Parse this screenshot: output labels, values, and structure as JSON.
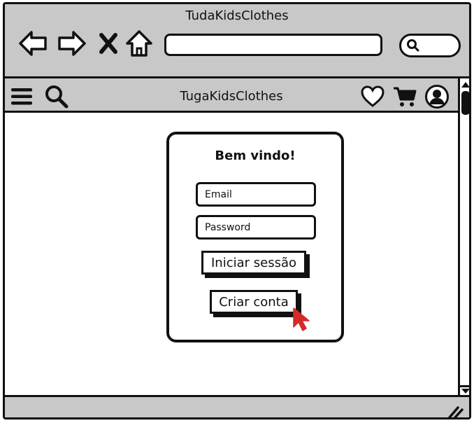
{
  "browser": {
    "title": "TudaKidsClothes",
    "back_icon": "arrow-left-icon",
    "forward_icon": "arrow-right-icon",
    "stop_icon": "close-icon",
    "home_icon": "home-icon",
    "address_value": "",
    "search_icon": "search-icon"
  },
  "site": {
    "title": "TugaKidsClothes",
    "menu_icon": "hamburger-menu-icon",
    "search_icon": "search-icon",
    "wishlist_icon": "heart-icon",
    "cart_icon": "cart-icon",
    "account_icon": "user-icon"
  },
  "login": {
    "title": "Bem vindo!",
    "email_placeholder": "Email",
    "password_placeholder": "Password",
    "login_label": "Iniciar sessão",
    "signup_label": "Criar conta"
  },
  "colors": {
    "chrome": "#c8c8c8",
    "ink": "#111111",
    "cursor": "#d42a2a",
    "background": "#ffffff"
  }
}
